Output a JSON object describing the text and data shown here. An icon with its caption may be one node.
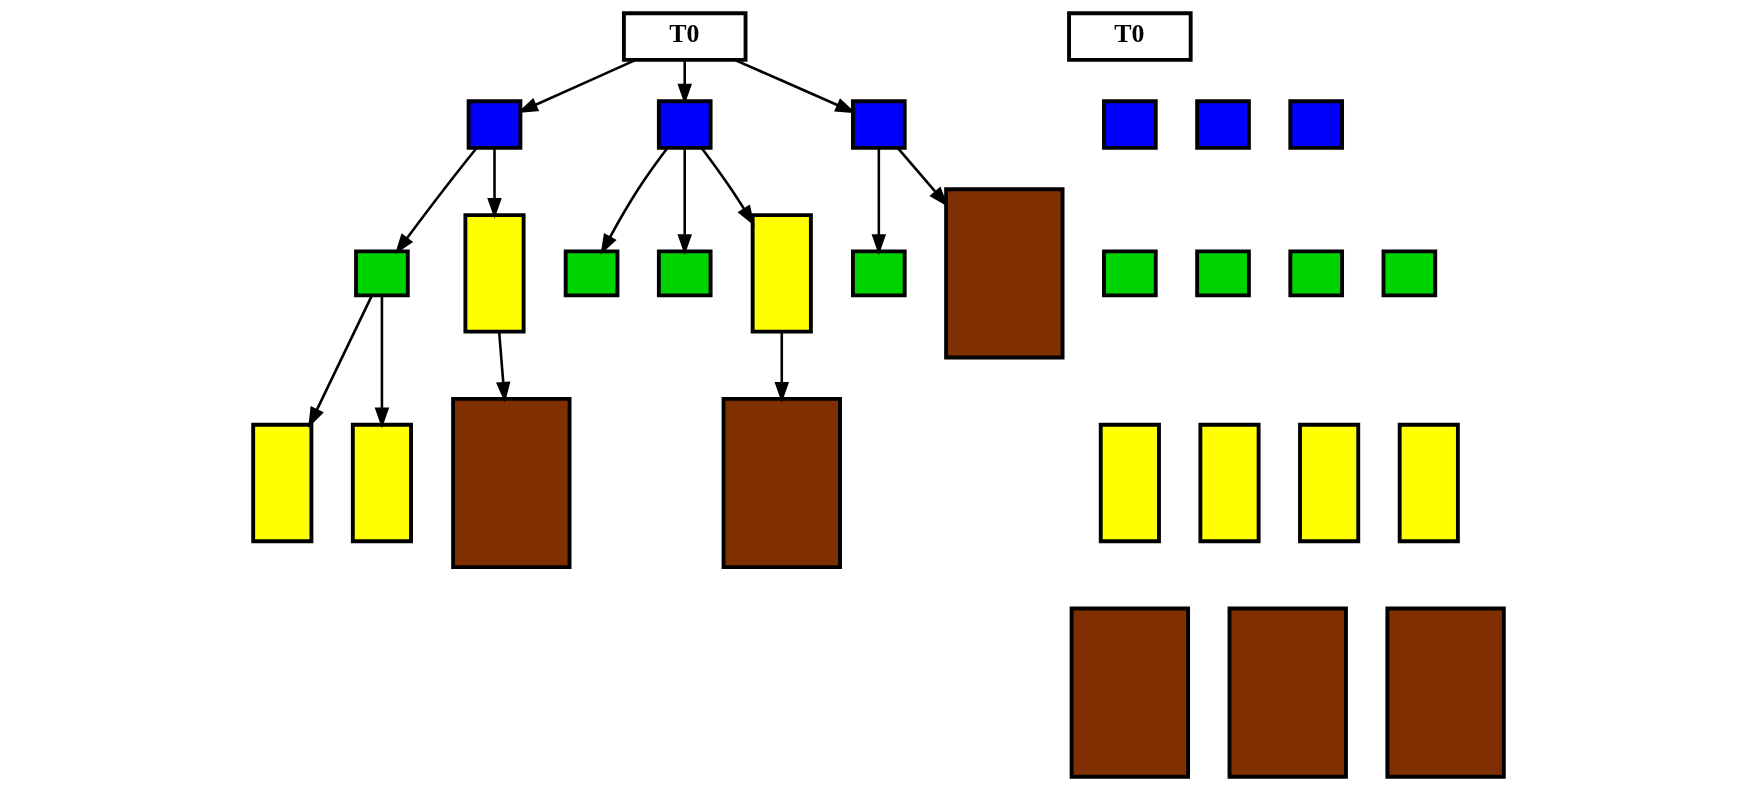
{
  "diagram": {
    "nodes": [
      {
        "text": [
          "T0"
        ]
      },
      {
        "text": [],
        "shape": "box"
      },
      {
        "text": [],
        "shape": "box"
      },
      {
        "text": [],
        "shape": "box"
      },
      {
        "text": [],
        "shape": "box"
      },
      {
        "text": [],
        "shape": "box"
      },
      {
        "text": [],
        "shape": "box"
      },
      {
        "text": [],
        "shape": "box"
      },
      {
        "text": [],
        "shape": "box"
      },
      {
        "text": [],
        "shape": "box"
      },
      {
        "text": [],
        "shape": "box"
      },
      {
        "text": [],
        "shape": "box"
      },
      {
        "text": [],
        "shape": "box"
      },
      {
        "text": [],
        "shape": "box"
      },
      {
        "text": [],
        "shape": "box"
      },
      {
        "text": [
          "T0"
        ]
      },
      {
        "text": [],
        "shape": "box"
      },
      {
        "text": [],
        "shape": "box"
      },
      {
        "text": [],
        "shape": "box"
      },
      {
        "text": [],
        "shape": "box"
      },
      {
        "text": [],
        "shape": "box"
      },
      {
        "text": [],
        "shape": "box"
      },
      {
        "text": [],
        "shape": "box"
      },
      {
        "text": [],
        "shape": "box"
      },
      {
        "text": [],
        "shape": "box"
      },
      {
        "text": [],
        "shape": "box"
      },
      {
        "text": [],
        "shape": "box"
      },
      {
        "text": [],
        "shape": "box"
      },
      {
        "text": [],
        "shape": "box"
      },
      {
        "text": [],
        "shape": "box"
      }
    ],
    "edges": [
      {
        "from": 0,
        "to": 1,
        "arrow": "to"
      },
      {
        "from": 0,
        "to": 2,
        "arrow": "to"
      },
      {
        "from": 0,
        "to": 3,
        "arrow": "to"
      },
      {
        "from": 1,
        "to": 4,
        "arrow": "to"
      },
      {
        "from": 1,
        "to": 5,
        "arrow": "to"
      },
      {
        "from": 2,
        "to": 6,
        "arrow": "to"
      },
      {
        "from": 2,
        "to": 7,
        "arrow": "to"
      },
      {
        "from": 2,
        "to": 8,
        "arrow": "to"
      },
      {
        "from": 3,
        "to": 9,
        "arrow": "to"
      },
      {
        "from": 3,
        "to": 10,
        "arrow": "to"
      },
      {
        "from": 4,
        "to": 11,
        "arrow": "to"
      },
      {
        "from": 4,
        "to": 12,
        "arrow": "to"
      },
      {
        "from": 5,
        "to": 13,
        "arrow": "to"
      },
      {
        "from": 8,
        "to": 14,
        "arrow": "to"
      }
    ]
  }
}
